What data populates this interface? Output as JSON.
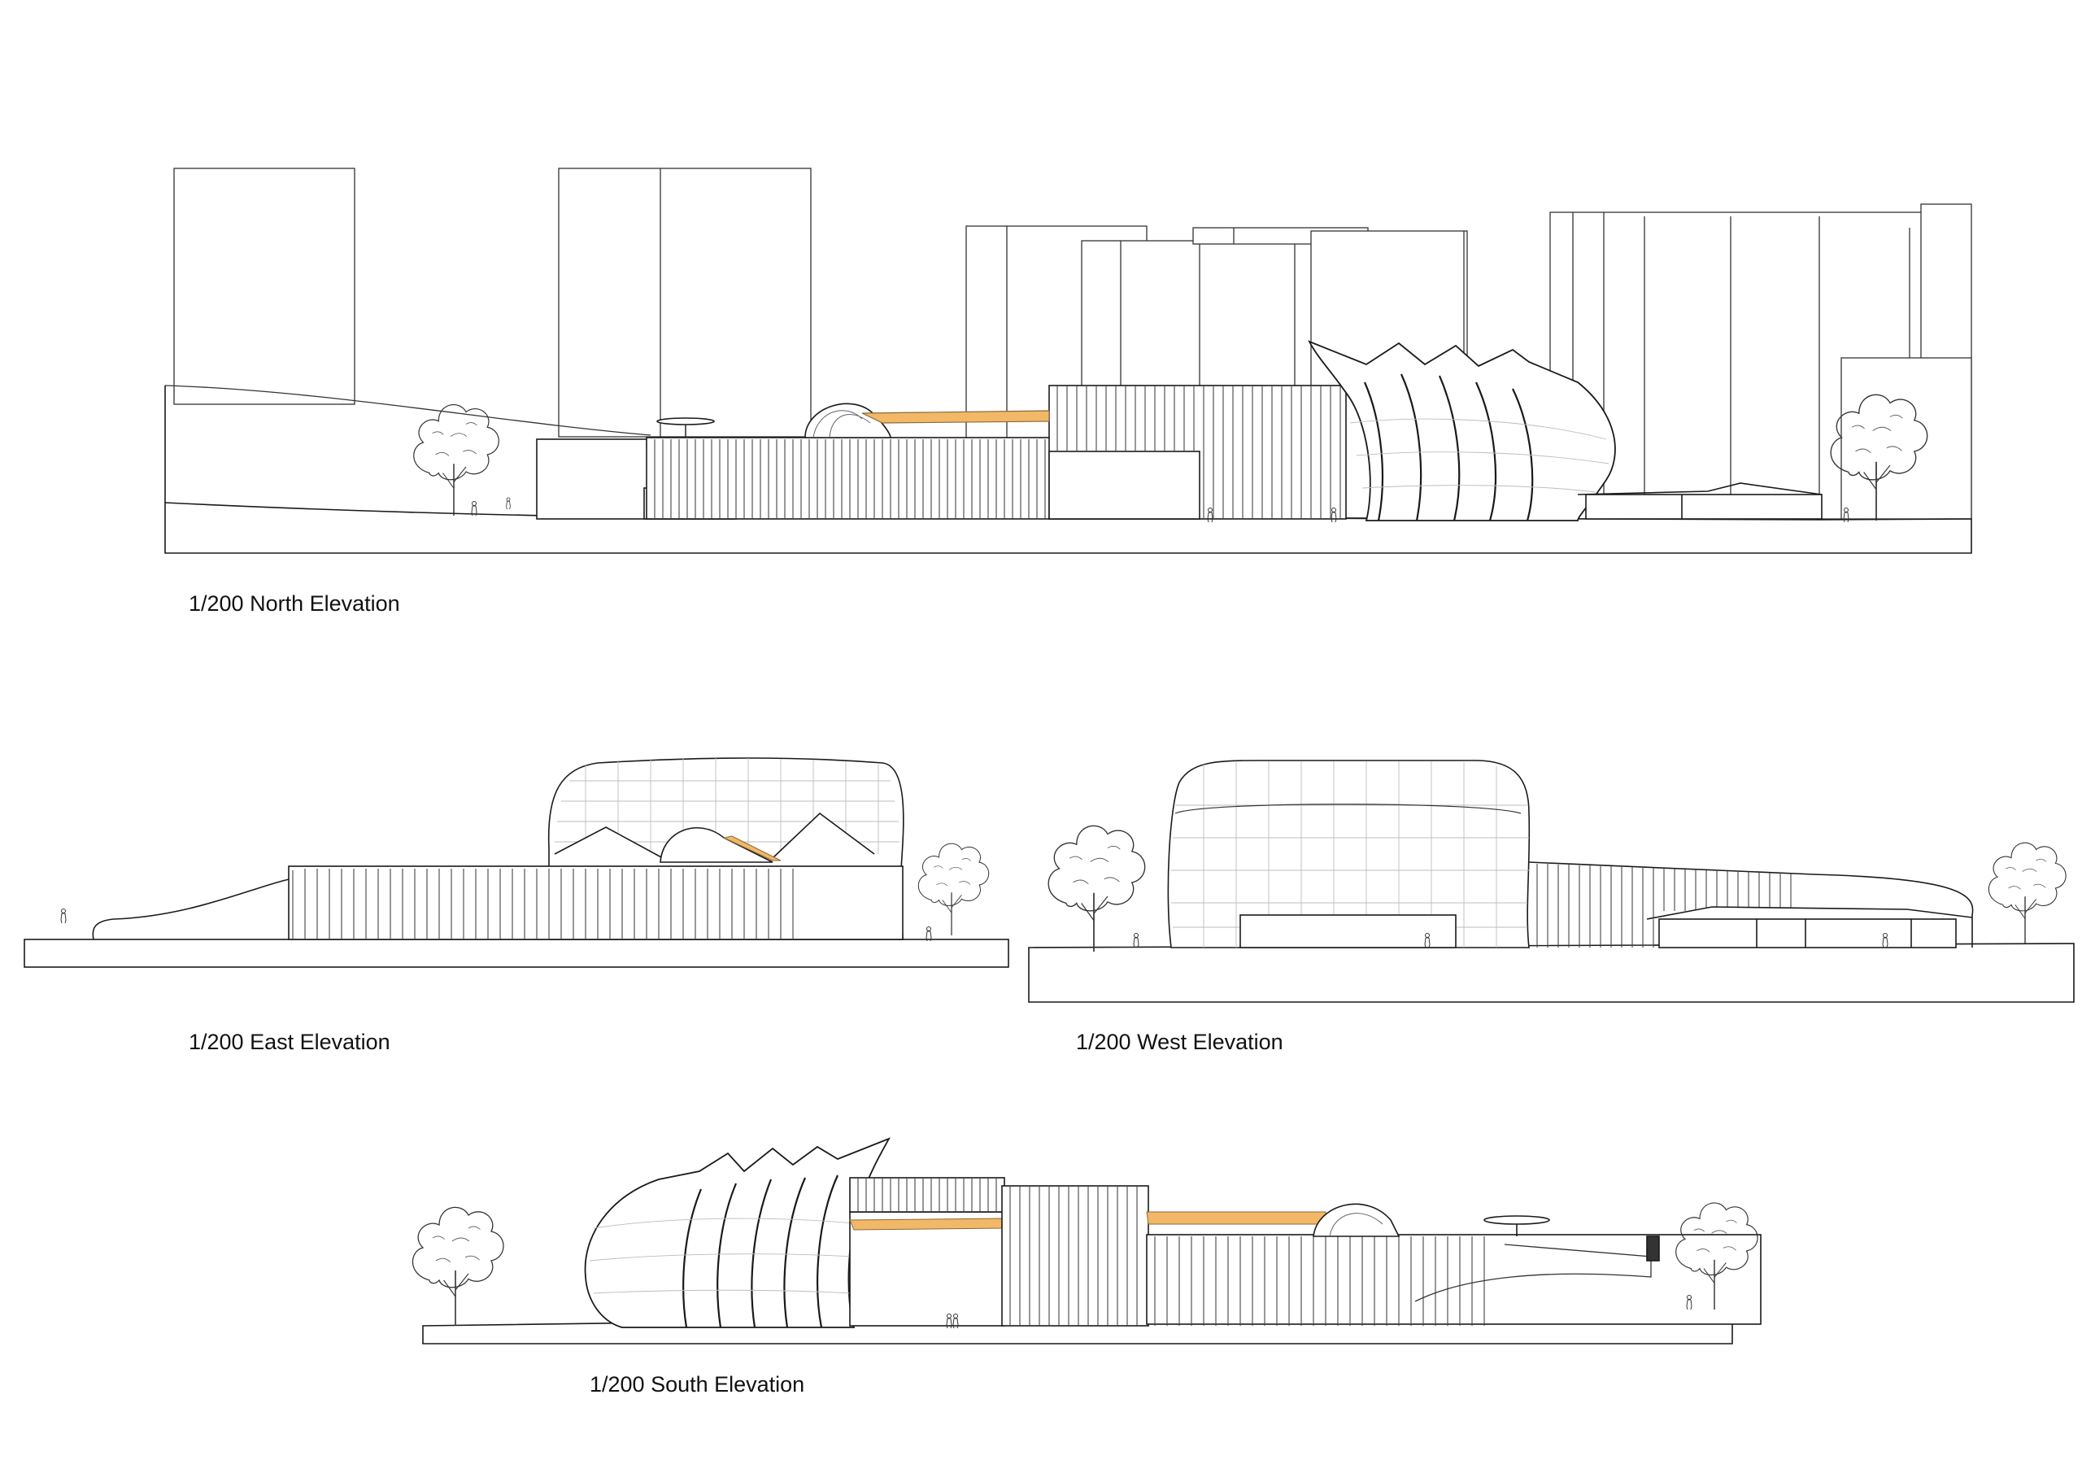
{
  "captions": {
    "north": "1/200 North Elevation",
    "east": "1/200 East Elevation",
    "west": "1/200 West Elevation",
    "south": "1/200 South Elevation"
  },
  "colors": {
    "line": "#1a1a1a",
    "thin_line": "#555555",
    "grid_line": "#bdbdbd",
    "accent_orange": "#f2b867",
    "ground_fill": "#ffffff",
    "tree_line": "#333333"
  },
  "icons": {
    "tree": "deciduous-tree-icon",
    "person": "person-figure-icon"
  }
}
